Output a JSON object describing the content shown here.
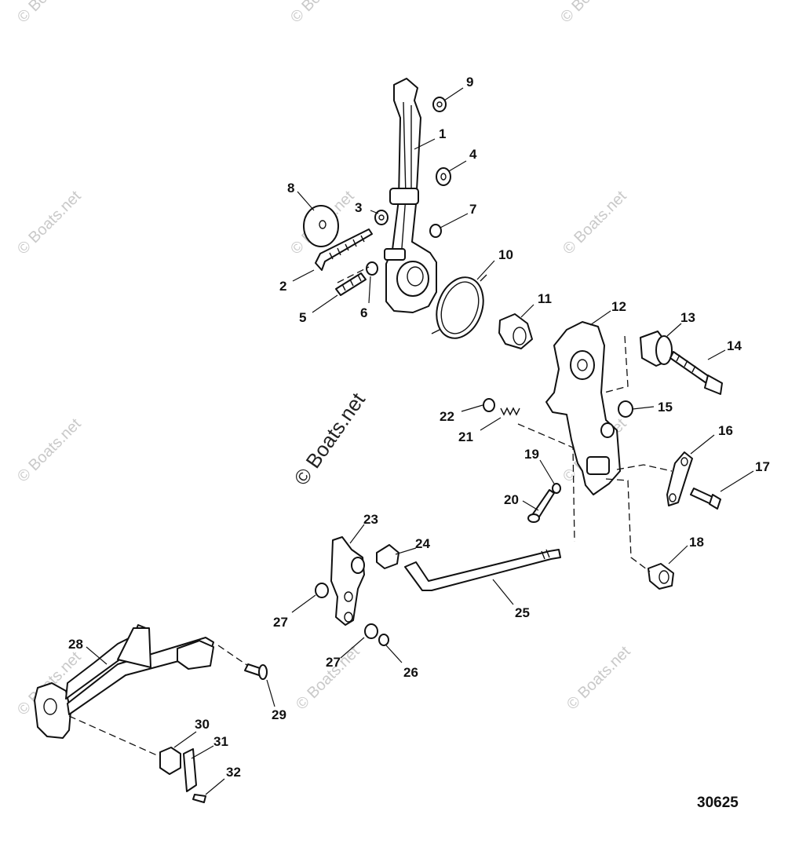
{
  "figure_number": "30625",
  "watermark": {
    "small": "© Boats.net",
    "big": "© Boats.net"
  },
  "callouts": [
    {
      "id": "c1",
      "label": "1"
    },
    {
      "id": "c2",
      "label": "2"
    },
    {
      "id": "c3",
      "label": "3"
    },
    {
      "id": "c4",
      "label": "4"
    },
    {
      "id": "c5",
      "label": "5"
    },
    {
      "id": "c6",
      "label": "6"
    },
    {
      "id": "c7",
      "label": "7"
    },
    {
      "id": "c8",
      "label": "8"
    },
    {
      "id": "c9",
      "label": "9"
    },
    {
      "id": "c10",
      "label": "10"
    },
    {
      "id": "c11",
      "label": "11"
    },
    {
      "id": "c12",
      "label": "12"
    },
    {
      "id": "c13",
      "label": "13"
    },
    {
      "id": "c14",
      "label": "14"
    },
    {
      "id": "c15",
      "label": "15"
    },
    {
      "id": "c16",
      "label": "16"
    },
    {
      "id": "c17",
      "label": "17"
    },
    {
      "id": "c18",
      "label": "18"
    },
    {
      "id": "c19",
      "label": "19"
    },
    {
      "id": "c20",
      "label": "20"
    },
    {
      "id": "c21",
      "label": "21"
    },
    {
      "id": "c22",
      "label": "22"
    },
    {
      "id": "c23",
      "label": "23"
    },
    {
      "id": "c24",
      "label": "24"
    },
    {
      "id": "c25",
      "label": "25"
    },
    {
      "id": "c26",
      "label": "26"
    },
    {
      "id": "c27a",
      "label": "27"
    },
    {
      "id": "c27b",
      "label": "27"
    },
    {
      "id": "c28",
      "label": "28"
    },
    {
      "id": "c29",
      "label": "29"
    },
    {
      "id": "c30",
      "label": "30"
    },
    {
      "id": "c31",
      "label": "31"
    },
    {
      "id": "c32",
      "label": "32"
    }
  ]
}
